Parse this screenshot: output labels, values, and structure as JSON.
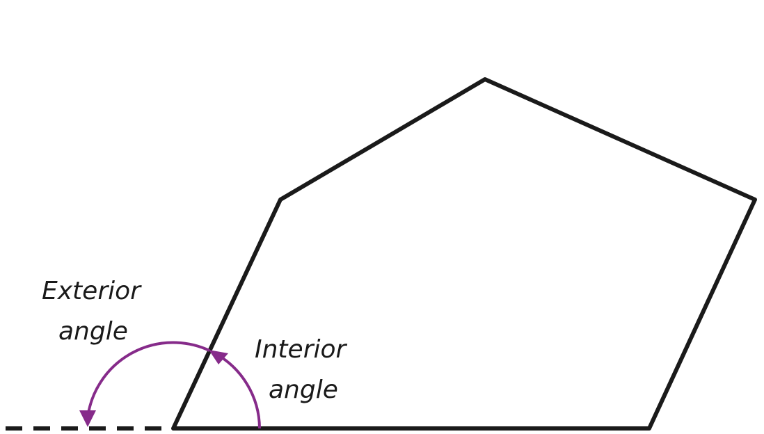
{
  "labels": {
    "exterior_line1": "Exterior",
    "exterior_line2": "angle",
    "interior_line1": "Interior",
    "interior_line2": "angle"
  },
  "colors": {
    "outline": "#1a1a1a",
    "arc": "#862b8a",
    "background": "#ffffff"
  }
}
